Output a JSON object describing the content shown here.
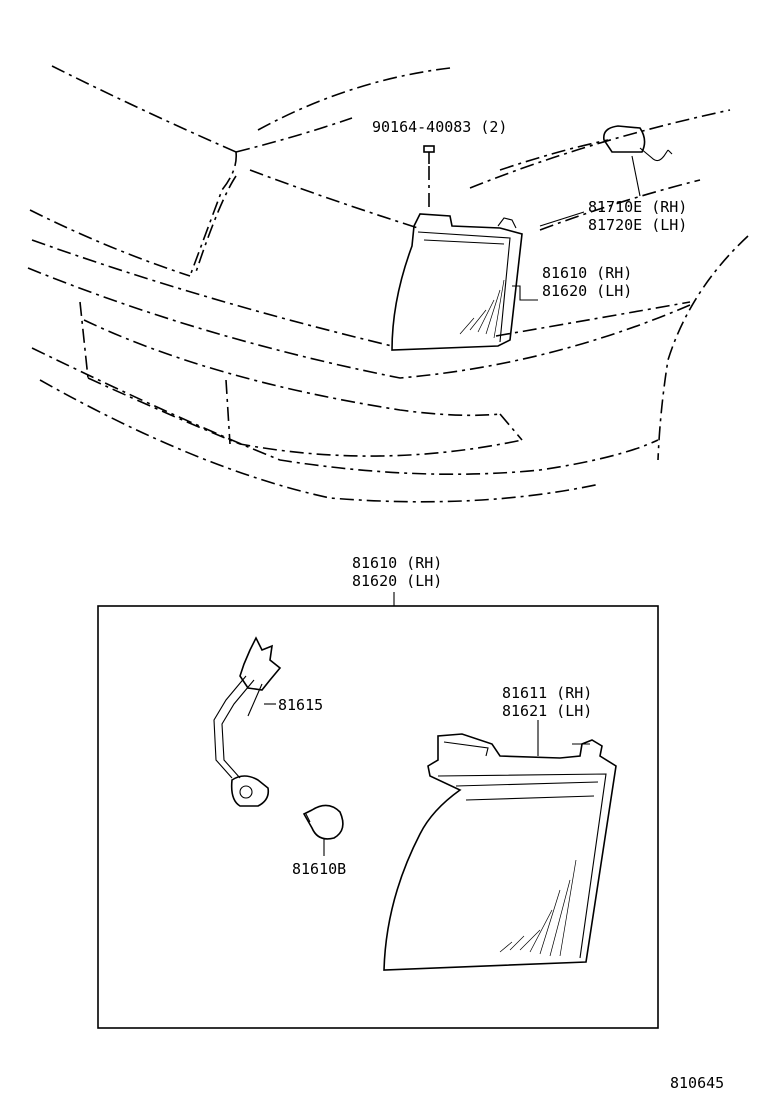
{
  "callouts": {
    "bolt": "90164-40083 (2)",
    "side_marker_rh": "81710E (RH)",
    "side_marker_lh": "81720E (LH)",
    "lamp_rh": "81610 (RH)",
    "lamp_lh": "81620 (LH)",
    "detail_rh": "81610 (RH)",
    "detail_lh": "81620 (LH)",
    "socket": "81615",
    "bulb": "81610B",
    "lens_rh": "81611 (RH)",
    "lens_lh": "81621 (LH)"
  },
  "diagram_id": "810645"
}
